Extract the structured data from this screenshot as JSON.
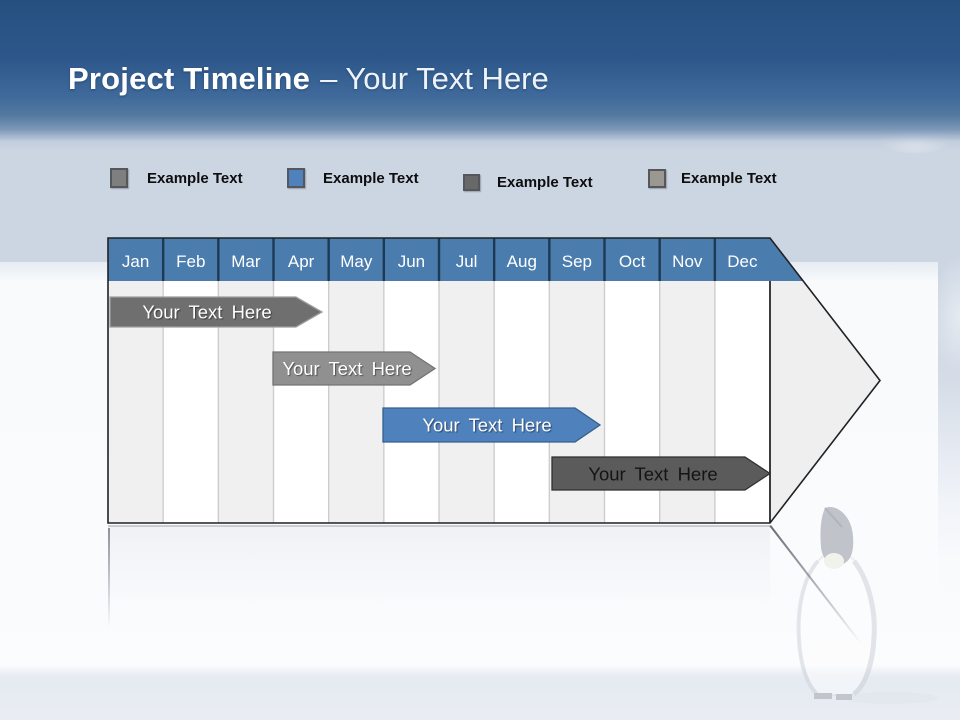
{
  "slide": {
    "title": {
      "main": "Project Timeline",
      "sub": "– Your Text Here"
    }
  },
  "legend": {
    "items": [
      {
        "label": "Example Text",
        "color": "#7f7f7f"
      },
      {
        "label": "Example Text",
        "color": "#4f81bd"
      },
      {
        "label": "Example Text",
        "color": "#686868"
      },
      {
        "label": "Example Text",
        "color": "#9b9791"
      }
    ]
  },
  "timeline": {
    "months": [
      "Jan",
      "Feb",
      "Mar",
      "Apr",
      "May",
      "Jun",
      "Jul",
      "Aug",
      "Sep",
      "Oct",
      "Nov",
      "Dec"
    ],
    "header_color": "#4b7cae",
    "tasks": [
      {
        "label": "Your  Text Here",
        "color": "#6f6f6f",
        "border": "#9e9e9e",
        "text_color": "#ffffff",
        "start": "Jan",
        "end": "Mar"
      },
      {
        "label": "Your  Text Here",
        "color": "#909090",
        "border": "#737373",
        "text_color": "#ffffff",
        "start": "Apr",
        "end": "Jun"
      },
      {
        "label": "Your  Text Here",
        "color": "#4f81bd",
        "border": "#33608e",
        "text_color": "#ffffff",
        "start": "Jun",
        "end": "Aug"
      },
      {
        "label": "Your  Text Here",
        "color": "#5b5b5b",
        "border": "#2f2f2f",
        "text_color": "#141414",
        "start": "Sep",
        "end": "Dec"
      }
    ]
  }
}
